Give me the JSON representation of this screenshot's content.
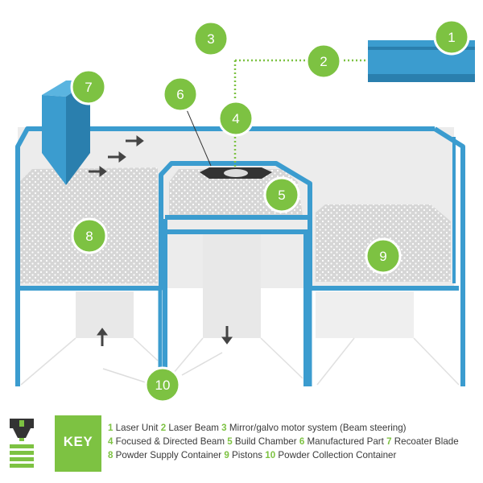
{
  "colors": {
    "frame_blue": "#3b9ccf",
    "dark_blue": "#2a7fae",
    "green": "#7dc242",
    "powder": "#d9d9d9",
    "chamber_bg": "#ececec",
    "arrow": "#444444",
    "dark_part": "#333333"
  },
  "badges": [
    {
      "number": "1"
    },
    {
      "number": "2"
    },
    {
      "number": "3"
    },
    {
      "number": "4"
    },
    {
      "number": "5"
    },
    {
      "number": "6"
    },
    {
      "number": "7"
    },
    {
      "number": "8"
    },
    {
      "number": "9"
    },
    {
      "number": "10"
    }
  ],
  "key": {
    "title": "KEY",
    "icon": "3d-printer-nozzle-icon",
    "items": [
      {
        "num": "1",
        "label": "Laser Unit"
      },
      {
        "num": "2",
        "label": "Laser Beam"
      },
      {
        "num": "3",
        "label": "Mirror/galvo motor system (Beam steering)"
      },
      {
        "num": "4",
        "label": "Focused & Directed Beam"
      },
      {
        "num": "5",
        "label": "Build Chamber"
      },
      {
        "num": "6",
        "label": "Manufactured Part"
      },
      {
        "num": "7",
        "label": "Recoater Blade"
      },
      {
        "num": "8",
        "label": "Powder Supply Container"
      },
      {
        "num": "9",
        "label": "Pistons"
      },
      {
        "num": "10",
        "label": "Powder Collection Container"
      }
    ],
    "lines": [
      [
        0,
        1,
        2
      ],
      [
        3,
        4,
        5,
        6
      ],
      [
        7,
        8,
        9
      ]
    ]
  }
}
